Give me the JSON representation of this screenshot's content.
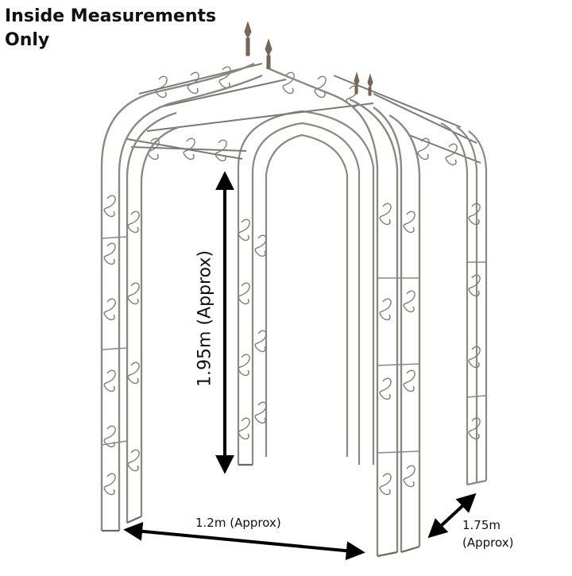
{
  "header": {
    "title": "Inside Measurements\nOnly"
  },
  "dimensions": {
    "height": "1.95m (Approx)",
    "width": "1.2m (Approx)",
    "depth": "1.75m\n(Approx)"
  },
  "colors": {
    "frame": "#8a8a82",
    "frame_dark": "#5f5f58",
    "arrow": "#000000",
    "rust": "#8b5a3c"
  },
  "icons": {
    "finial": "fleur-de-lis-finial-icon",
    "arrow": "double-headed-arrow-icon"
  }
}
